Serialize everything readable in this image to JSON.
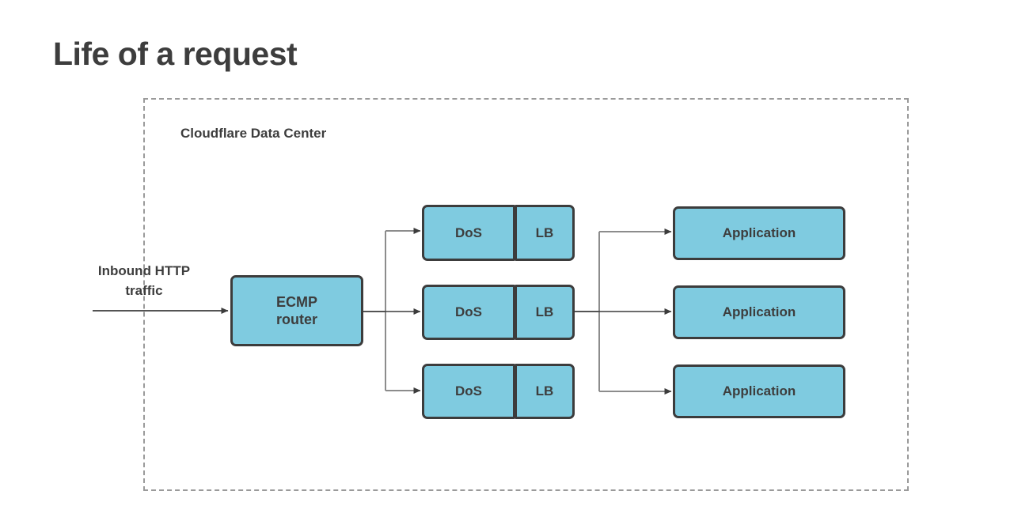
{
  "slide": {
    "title": "Life of a request",
    "background_color": "#ffffff",
    "title_color": "#3d3d3d"
  },
  "container": {
    "label": "Cloudflare Data Center",
    "border_style": "dashed",
    "border_color": "#9a9a9a"
  },
  "inbound": {
    "label_line1": "Inbound HTTP",
    "label_line2": "traffic"
  },
  "nodes": {
    "router": {
      "line1": "ECMP",
      "line2": "router"
    },
    "filters": [
      {
        "dos": "DoS",
        "lb": "LB"
      },
      {
        "dos": "DoS",
        "lb": "LB"
      },
      {
        "dos": "DoS",
        "lb": "LB"
      }
    ],
    "applications": [
      {
        "label": "Application"
      },
      {
        "label": "Application"
      },
      {
        "label": "Application"
      }
    ]
  },
  "style": {
    "node_fill": "#7fcbe0",
    "node_border": "#3c3c3c",
    "node_text": "#3d3d3d",
    "connector_line": "#8c8c8c",
    "arrow_head": "#3c3c3c",
    "inbound_arrow": "#3c3c3c"
  }
}
